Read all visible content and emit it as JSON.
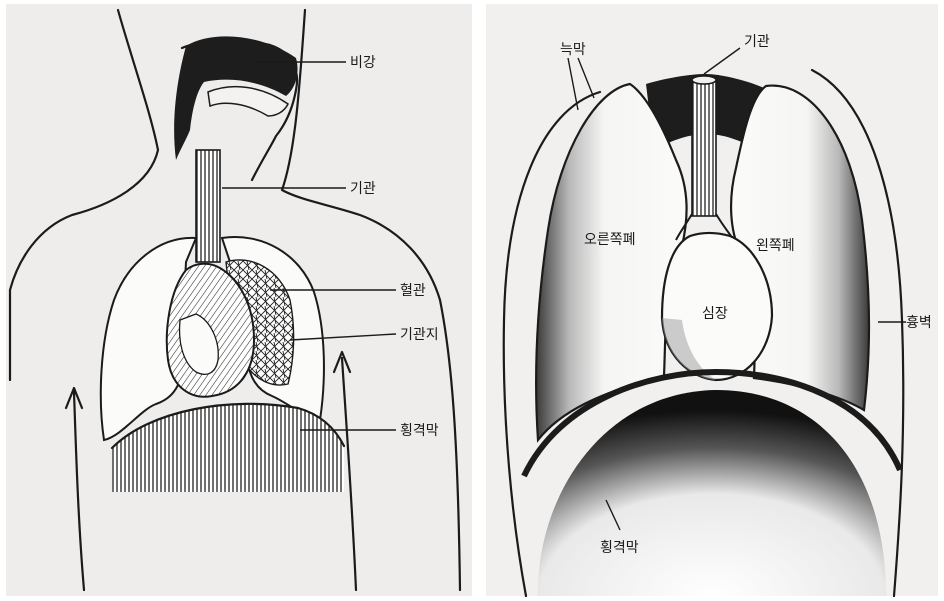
{
  "left_panel": {
    "labels": {
      "nasal_cavity": "비강",
      "trachea": "기관",
      "blood_vessel": "혈관",
      "bronchi": "기관지",
      "diaphragm": "횡격막"
    }
  },
  "right_panel": {
    "labels": {
      "pleura": "늑막",
      "trachea": "기관",
      "right_lung": "오른쪽폐",
      "left_lung": "왼쪽폐",
      "heart": "심장",
      "chest_wall": "흉벽",
      "diaphragm": "횡격막"
    }
  },
  "colors": {
    "paper_left": "#efedec",
    "paper_right": "#f1f0ef",
    "ink": "#1b1b1b",
    "organ_fill": "#fbfbfa"
  }
}
